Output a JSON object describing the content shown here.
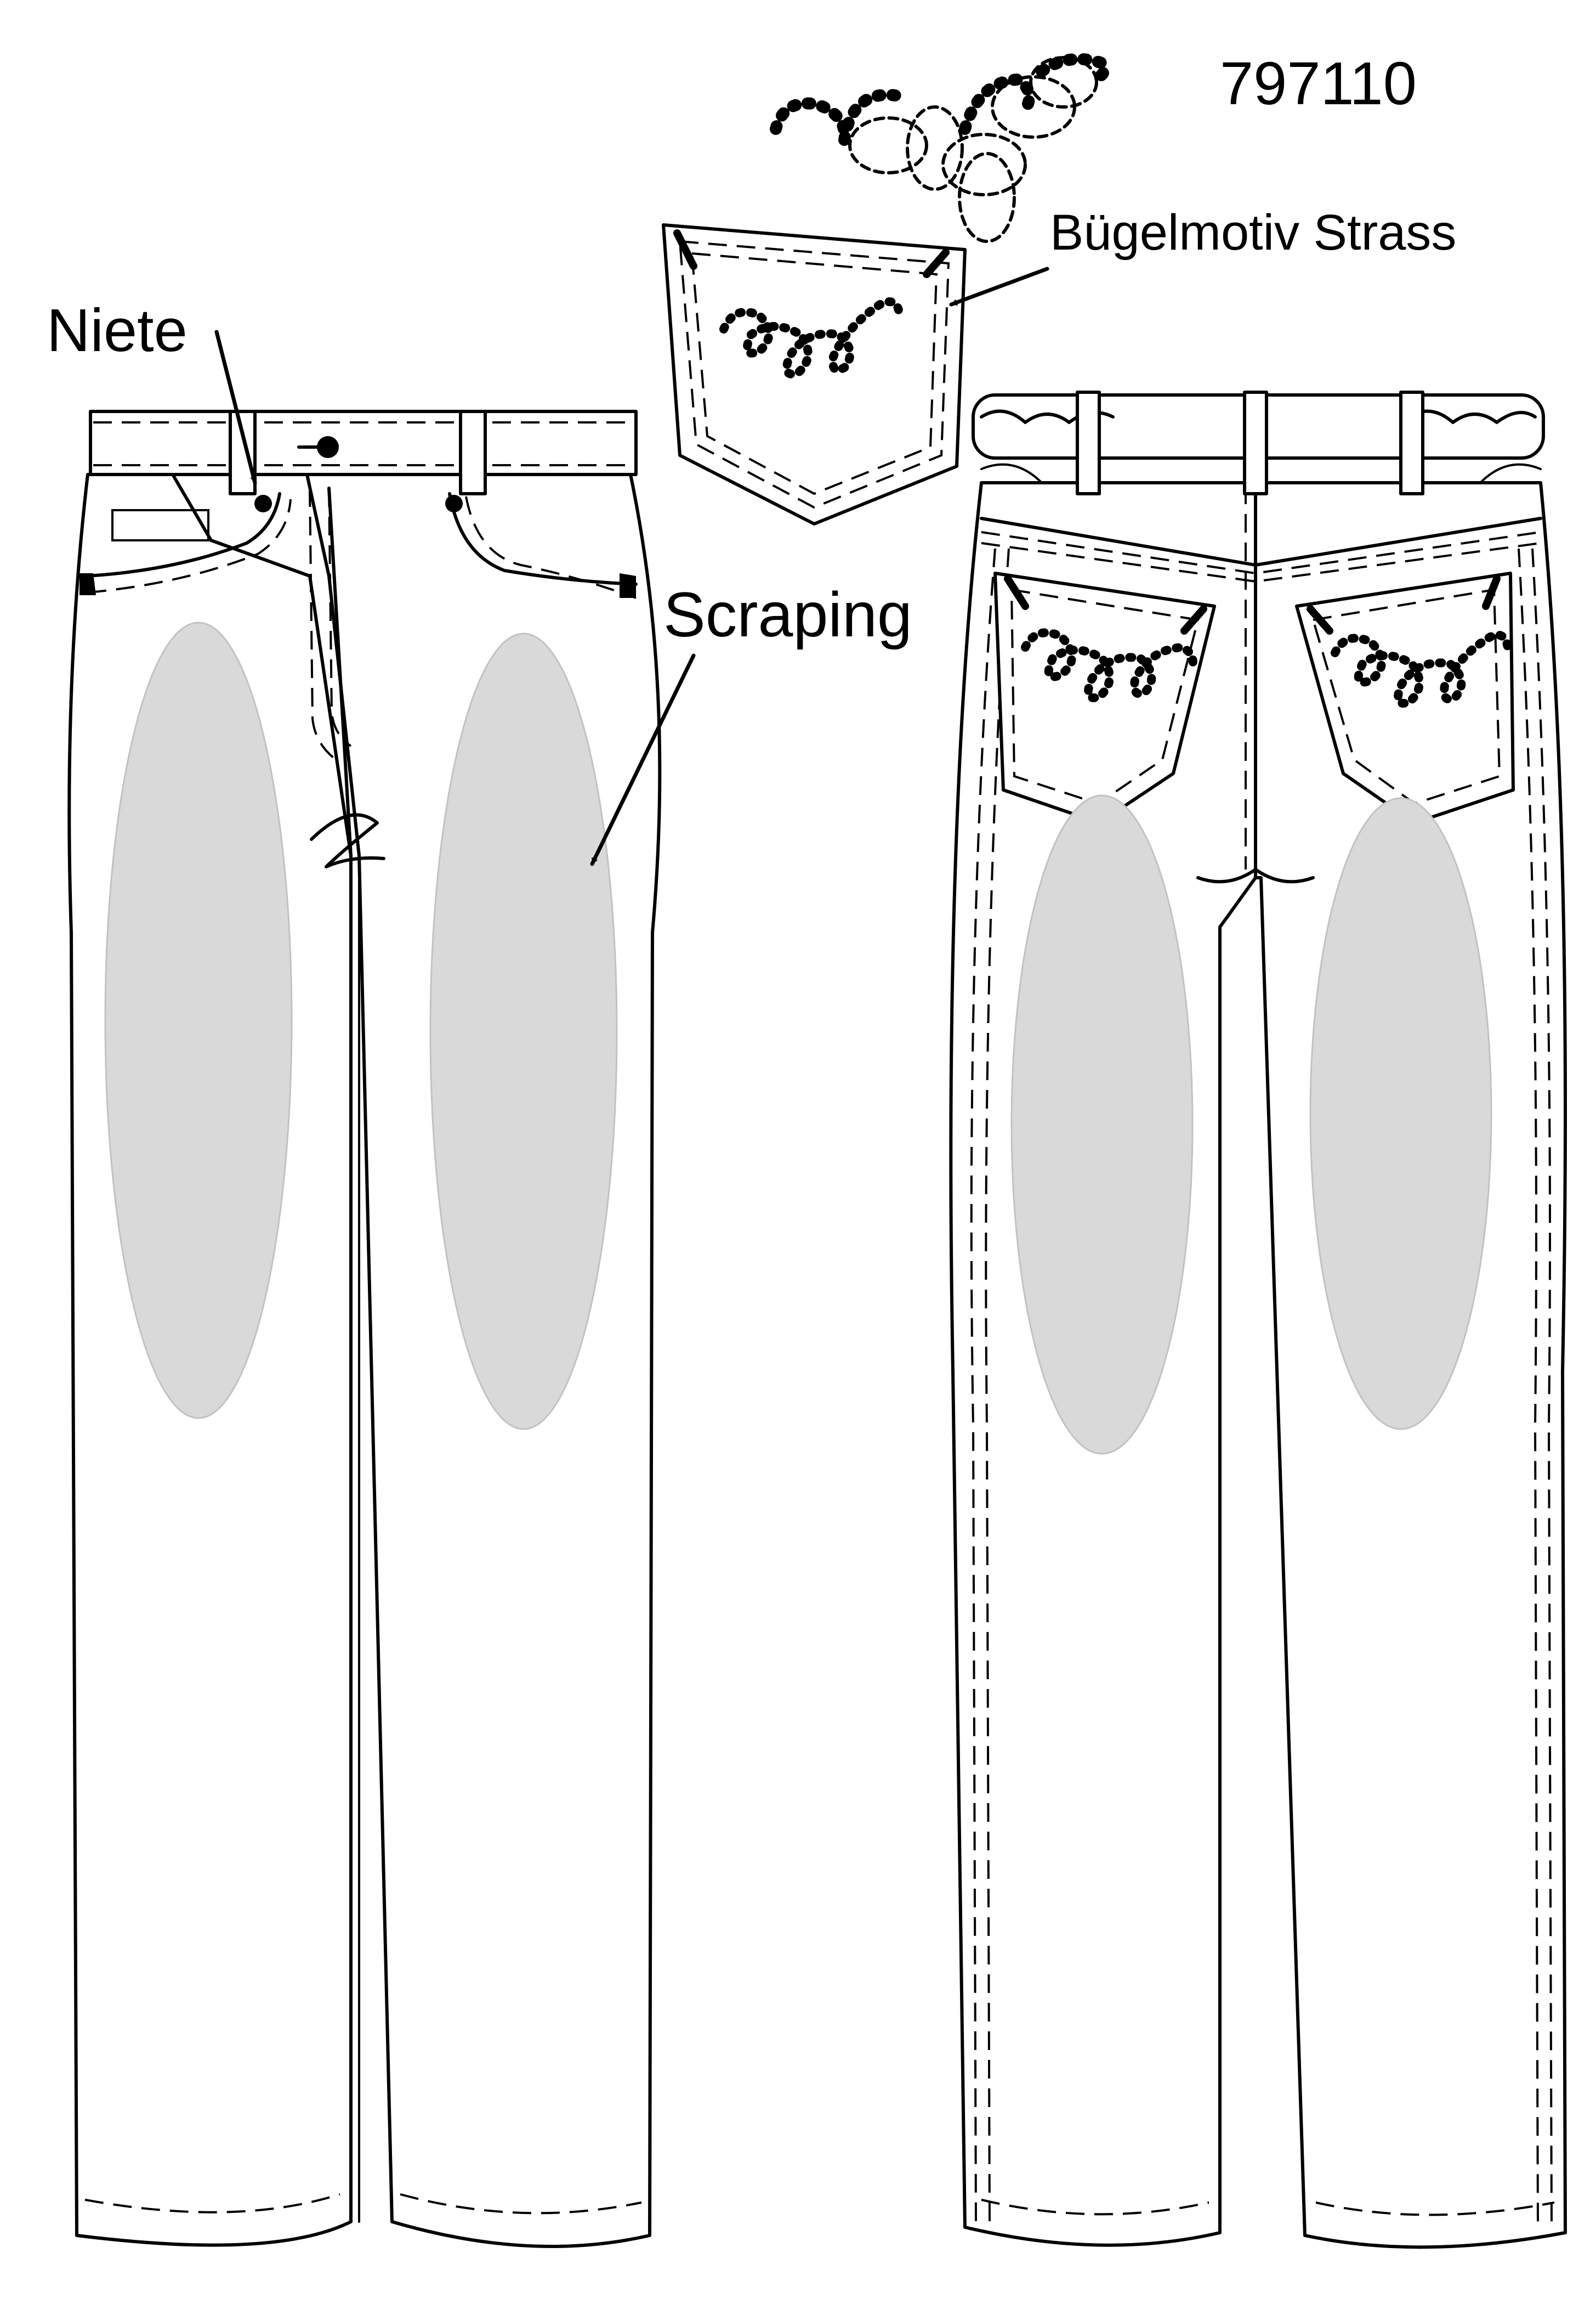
{
  "drawing": {
    "style_number": "797110",
    "labels": {
      "rivet": "Niete",
      "scraping": "Scraping",
      "rhinestone_motif": "Bügelmotiv Strass"
    }
  },
  "colors": {
    "line": "#000000",
    "scraping_fill": "#d9d9d9",
    "background": "#ffffff"
  }
}
